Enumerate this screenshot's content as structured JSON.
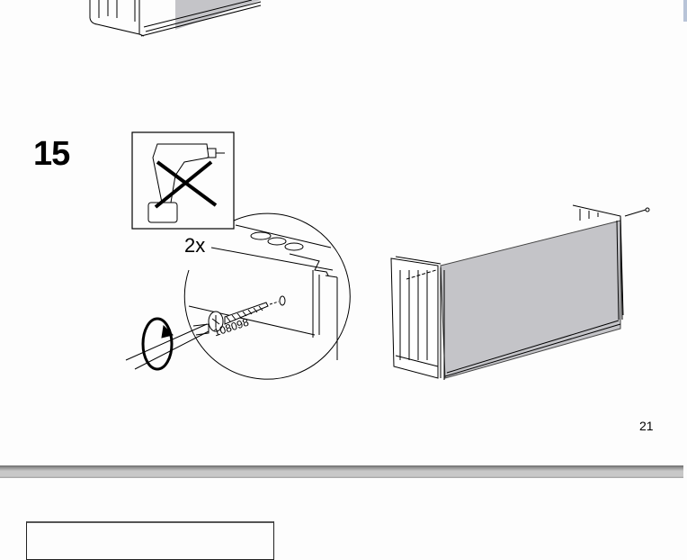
{
  "step": {
    "number": "15",
    "quantity": "2x",
    "part_number": "108098",
    "no_power_drill_icon": "drill-crossed-out"
  },
  "page": {
    "number": "21"
  },
  "colors": {
    "panel_gray": "#c4c4c8",
    "line": "#000000",
    "divider": "#c8c8c8"
  }
}
